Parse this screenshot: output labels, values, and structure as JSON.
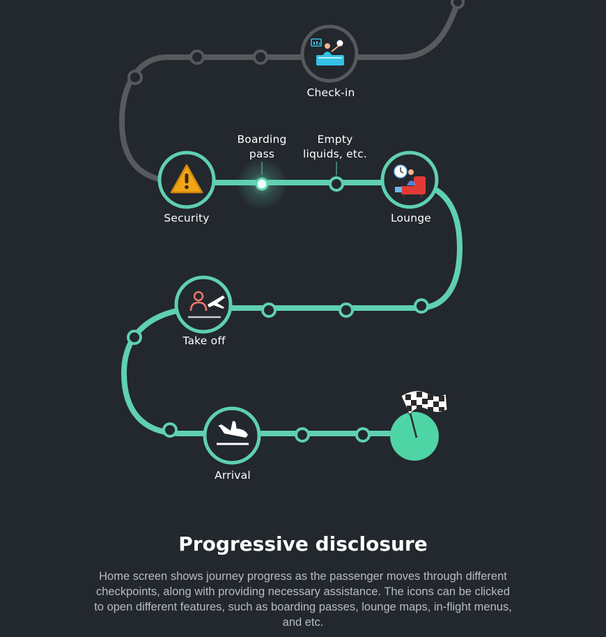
{
  "journey": {
    "checkpoints": [
      {
        "id": "checkin",
        "label": "Check-in",
        "status": "pending",
        "icon": "check-in-desk-icon"
      },
      {
        "id": "security",
        "label": "Security",
        "status": "done",
        "icon": "warning-icon"
      },
      {
        "id": "lounge",
        "label": "Lounge",
        "status": "done",
        "icon": "lounge-chair-icon"
      },
      {
        "id": "takeoff",
        "label": "Take off",
        "status": "done",
        "icon": "takeoff-icon"
      },
      {
        "id": "arrival",
        "label": "Arrival",
        "status": "done",
        "icon": "landing-plane-icon"
      },
      {
        "id": "finish",
        "label": "",
        "status": "done",
        "icon": "checkered-flag-icon"
      }
    ],
    "substeps": {
      "boarding_pass": "Boarding pass",
      "empty_liquids": "Empty liquids, etc."
    },
    "current_step": "Boarding pass"
  },
  "colors": {
    "background": "#23272e",
    "completed": "#5fd0b0",
    "pending": "#58595c",
    "node_fill": "#23272e",
    "finish": "#4fd4a5",
    "text": "#ffffff",
    "subtext": "#b7bcc5"
  },
  "footer": {
    "title": "Progressive disclosure",
    "description": "Home screen shows journey progress as the passenger moves through different checkpoints, along with providing necessary assistance. The icons can be clicked to open different features, such as boarding passes, lounge maps, in-flight menus, and etc."
  }
}
